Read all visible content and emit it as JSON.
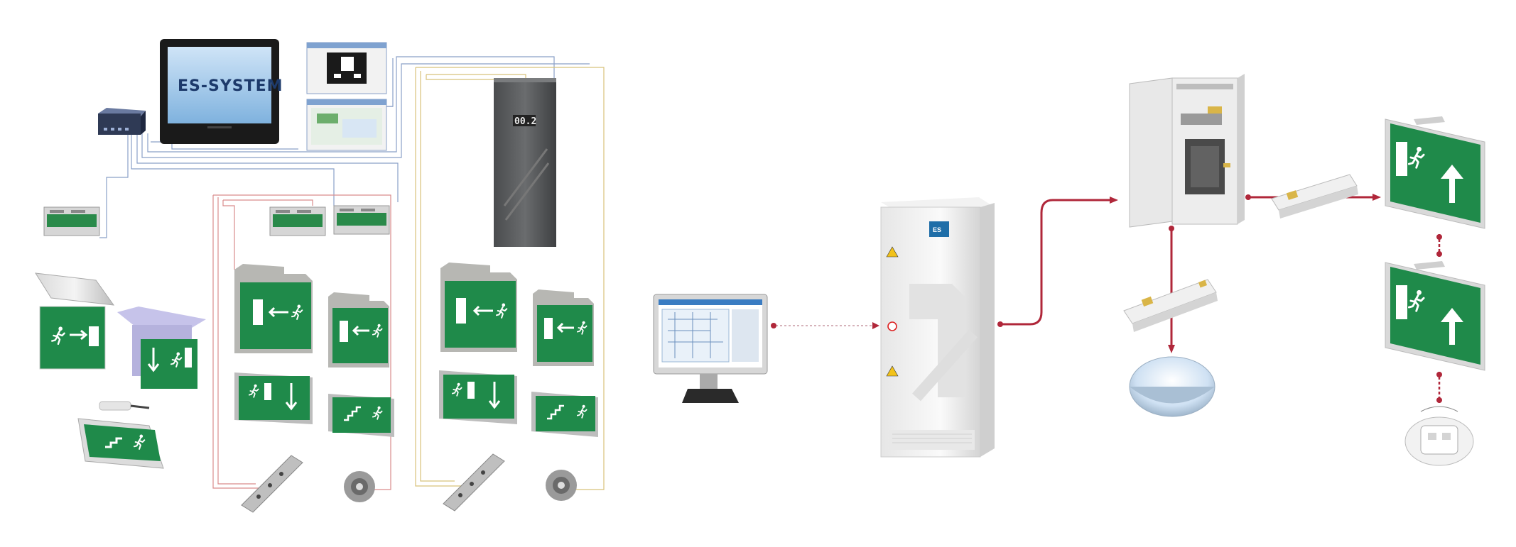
{
  "monitor": {
    "title": "ES-SYSTEM"
  },
  "central_unit": {
    "display_text": "00.2"
  },
  "cabinet": {
    "logo": "ES"
  },
  "colors": {
    "sign_green": "#1f8a4a",
    "sign_green_dark": "#16703a",
    "link_red": "#b0273a",
    "cabinet_grey": "#5a5c5e",
    "wire_blue": "#8aa0c8",
    "wire_red": "#d98c8c",
    "wire_yellow": "#d8c27a"
  },
  "icons": [
    "exit-sign-icon",
    "running-man-icon",
    "arrow-up-icon",
    "arrow-left-icon",
    "arrow-down-icon",
    "downlight-icon",
    "motion-sensor-icon",
    "ballast-module-icon",
    "network-switch-icon"
  ]
}
